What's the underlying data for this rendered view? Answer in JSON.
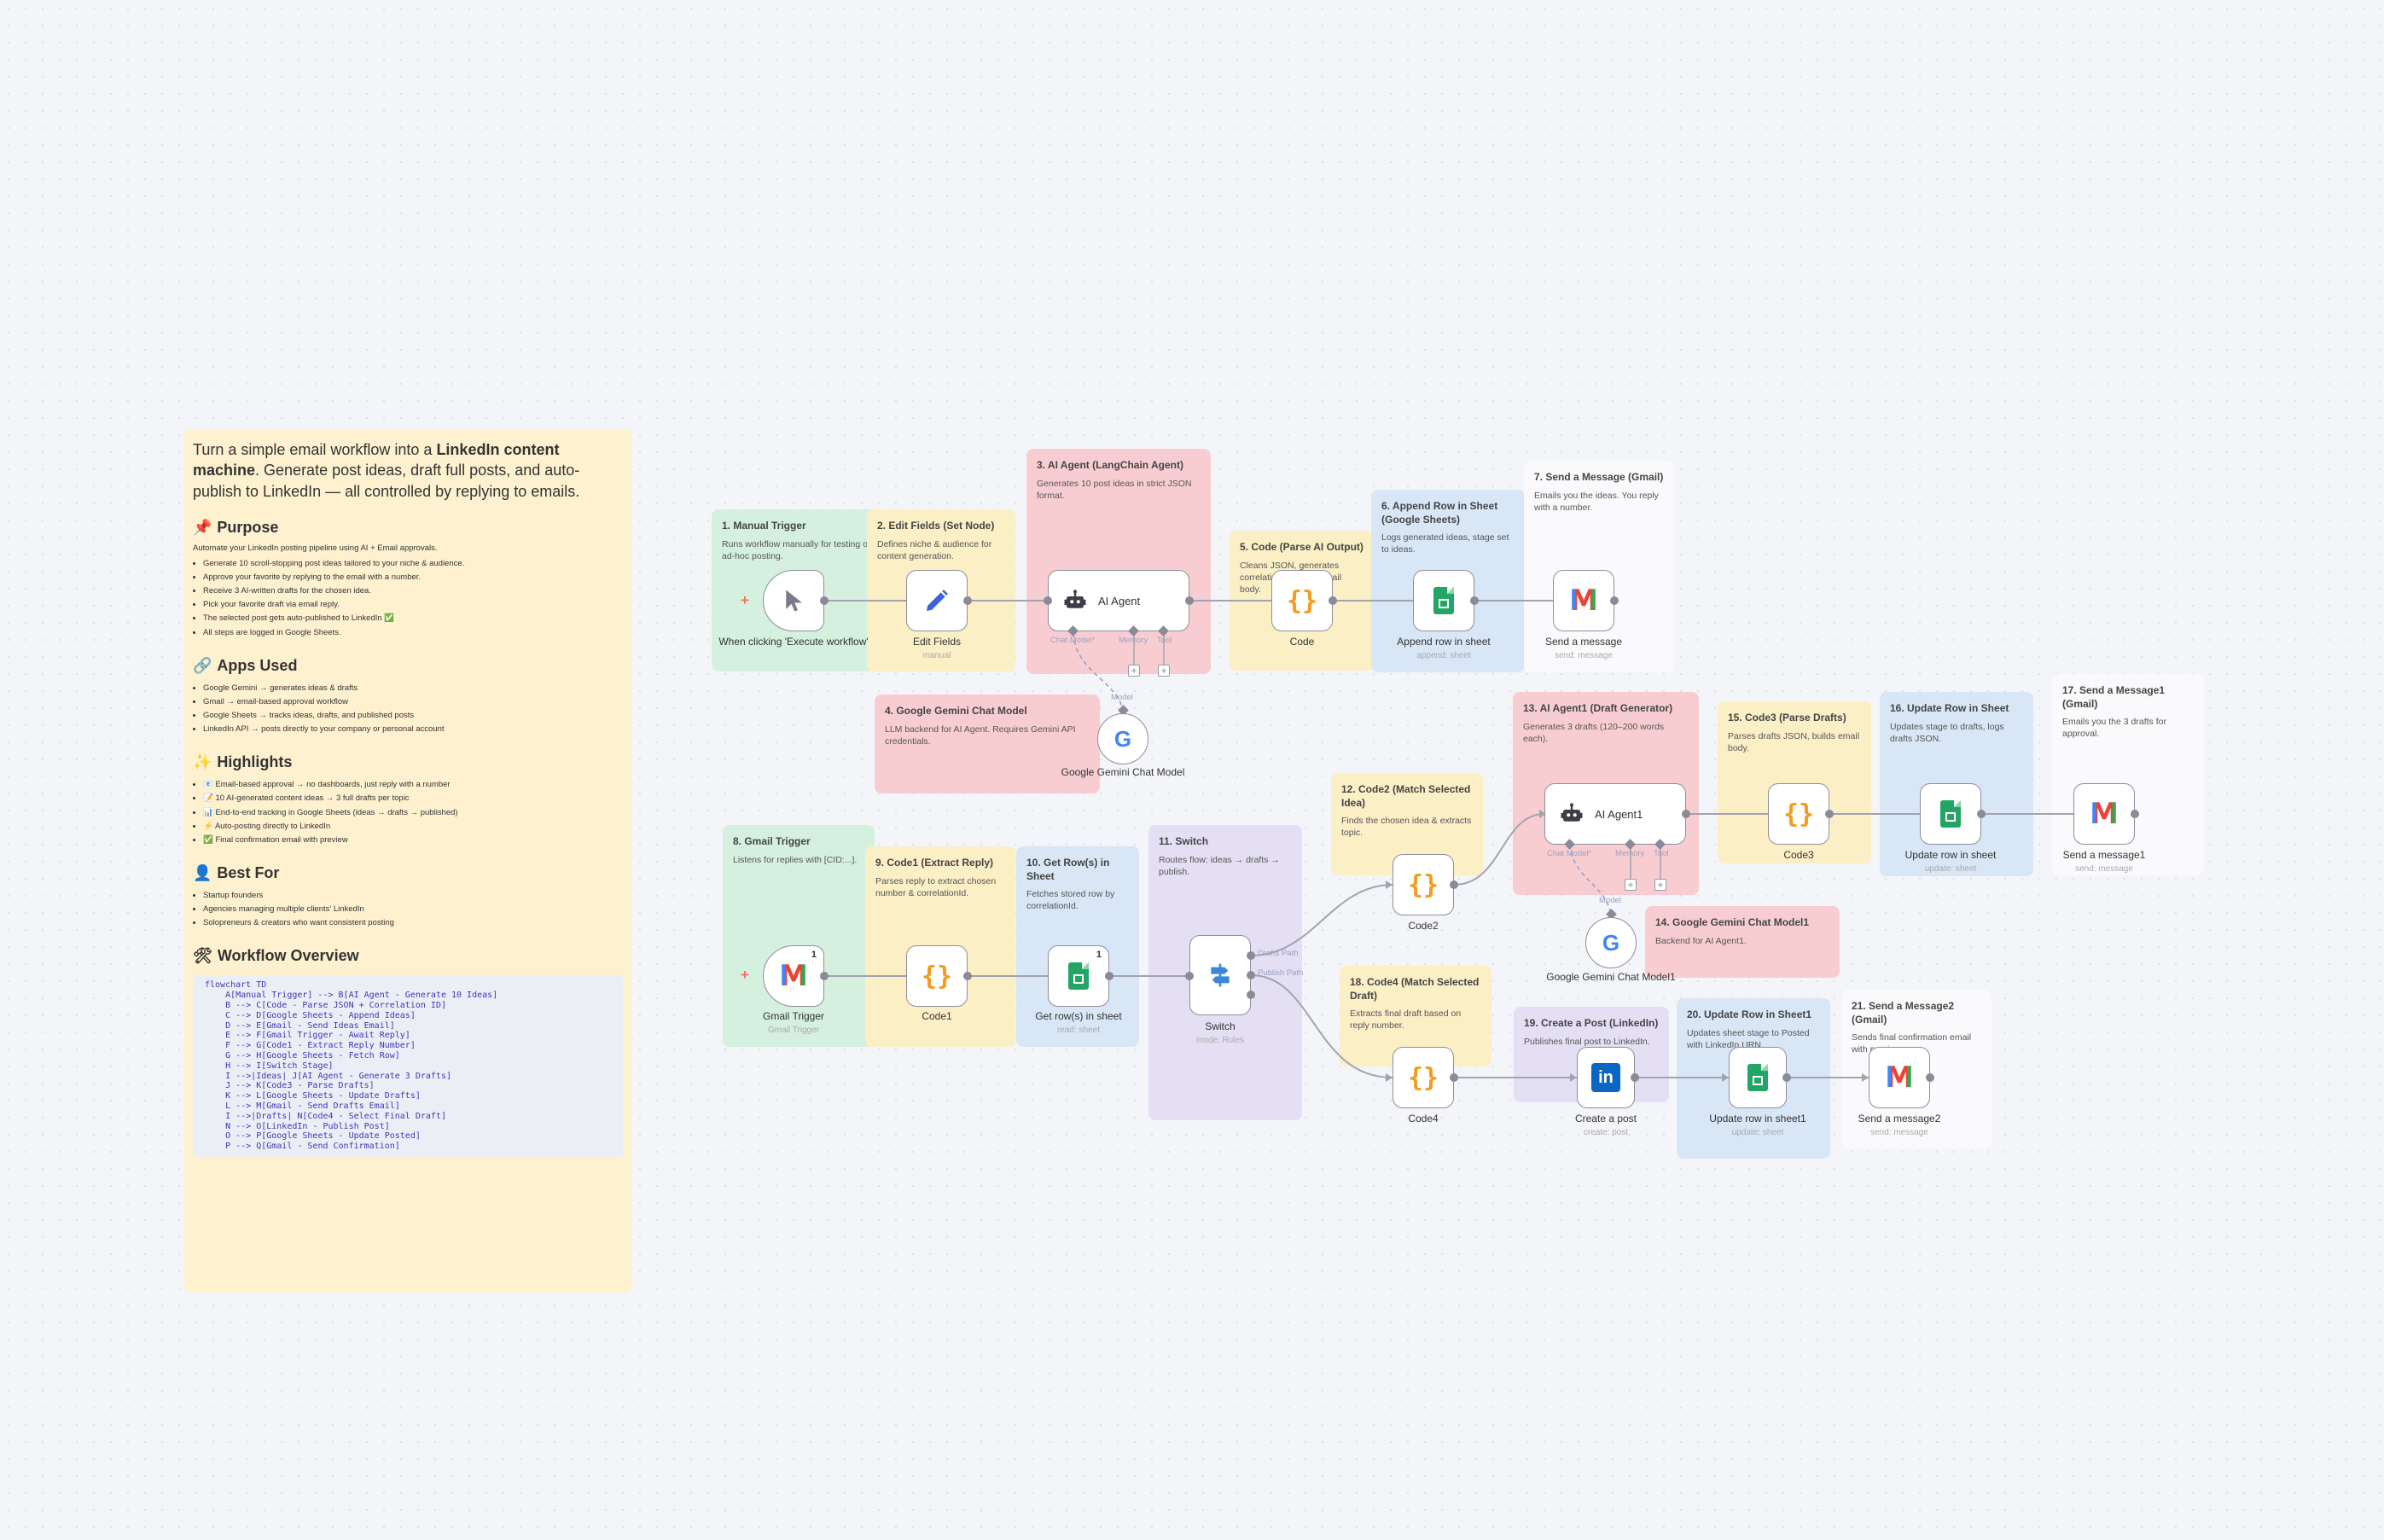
{
  "canvas": {
    "bg": "#f4f5f9"
  },
  "panel": {
    "title_pre": "Turn a simple email workflow into a ",
    "title_bold": "LinkedIn content machine",
    "title_post": ". Generate post ideas, draft full posts, and auto-publish to LinkedIn — all controlled by replying to emails.",
    "purpose": {
      "heading": "Purpose",
      "icon": "📌",
      "lead": "Automate your LinkedIn posting pipeline using AI + Email approvals.",
      "items": [
        "Generate 10 scroll-stopping post ideas tailored to your niche & audience.",
        "Approve your favorite by replying to the email with a number.",
        "Receive 3 AI-written drafts for the chosen idea.",
        "Pick your favorite draft via email reply.",
        "The selected post gets auto-published to LinkedIn ✅",
        "All steps are logged in Google Sheets."
      ]
    },
    "apps": {
      "heading": "Apps Used",
      "icon": "🔗",
      "items": [
        "Google Gemini → generates ideas & drafts",
        "Gmail → email-based approval workflow",
        "Google Sheets → tracks ideas, drafts, and published posts",
        "LinkedIn API → posts directly to your company or personal account"
      ]
    },
    "highlights": {
      "heading": "Highlights",
      "icon": "✨",
      "items": [
        "📧 Email-based approval → no dashboards, just reply with a number",
        "📝 10 AI-generated content ideas → 3 full drafts per topic",
        "📊 End-to-end tracking in Google Sheets (ideas → drafts → published)",
        "⚡ Auto-posting directly to LinkedIn",
        "✅ Final confirmation email with preview"
      ]
    },
    "bestfor": {
      "heading": "Best For",
      "icon": "👤",
      "items": [
        "Startup founders",
        "Agencies managing multiple clients' LinkedIn",
        "Solopreneurs & creators who want consistent posting"
      ]
    },
    "overview": {
      "heading": "Workflow Overview",
      "icon": "🛠",
      "code": "flowchart TD\n    A[Manual Trigger] --&gt; B[AI Agent - Generate 10 Ideas]\n    B --&gt; C[Code - Parse JSON + Correlation ID]\n    C --&gt; D[Google Sheets - Append Ideas]\n    D --&gt; E[Gmail - Send Ideas Email]\n    E --&gt; F[Gmail Trigger - Await Reply]\n    F --&gt; G[Code1 - Extract Reply Number]\n    G --&gt; H[Google Sheets - Fetch Row]\n    H --&gt; I[Switch Stage]\n    I --&gt;|Ideas| J[AI Agent - Generate 3 Drafts]\n    J --&gt; K[Code3 - Parse Drafts]\n    K --&gt; L[Google Sheets - Update Drafts]\n    L --&gt; M[Gmail - Send Drafts Email]\n    I --&gt;|Drafts| N[Code4 - Select Final Draft]\n    N --&gt; O[LinkedIn - Publish Post]\n    O --&gt; P[Google Sheets - Update Posted]\n    P --&gt; Q[Gmail - Send Confirmation]"
    }
  },
  "stickies": {
    "s1": {
      "title": "1. Manual Trigger",
      "desc": "Runs workflow manually for testing or ad-hoc posting."
    },
    "s2": {
      "title": "2. Edit Fields (Set Node)",
      "desc": "Defines niche & audience for content generation."
    },
    "s3": {
      "title": "3. AI Agent (LangChain Agent)",
      "desc": "Generates 10 post ideas in strict JSON format."
    },
    "s4": {
      "title": "4. Google Gemini Chat Model",
      "desc": "LLM backend for AI Agent. Requires Gemini API credentials."
    },
    "s5": {
      "title": "5. Code (Parse AI Output)",
      "desc": "Cleans JSON, generates correlationId, builds email body."
    },
    "s6": {
      "title": "6. Append Row in Sheet (Google Sheets)",
      "desc": "Logs generated ideas, stage set to ideas."
    },
    "s7": {
      "title": "7. Send a Message (Gmail)",
      "desc": "Emails you the ideas. You reply with a number."
    },
    "s8": {
      "title": "8. Gmail Trigger",
      "desc": "Listens for replies with [CID:...]."
    },
    "s9": {
      "title": "9. Code1 (Extract Reply)",
      "desc": "Parses reply to extract chosen number & correlationId."
    },
    "s10": {
      "title": "10. Get Row(s) in Sheet",
      "desc": "Fetches stored row by correlationId."
    },
    "s11": {
      "title": "11. Switch",
      "desc": "Routes flow: ideas → drafts → publish."
    },
    "s12": {
      "title": "12. Code2 (Match Selected Idea)",
      "desc": "Finds the chosen idea & extracts topic."
    },
    "s13": {
      "title": "13. AI Agent1 (Draft Generator)",
      "desc": "Generates 3 drafts (120–200 words each)."
    },
    "s14": {
      "title": "14. Google Gemini Chat Model1",
      "desc": "Backend for AI Agent1."
    },
    "s15": {
      "title": "15. Code3 (Parse Drafts)",
      "desc": "Parses drafts JSON, builds email body."
    },
    "s16": {
      "title": "16. Update Row in Sheet",
      "desc": "Updates stage to drafts, logs drafts JSON."
    },
    "s17": {
      "title": "17. Send a Message1 (Gmail)",
      "desc": "Emails you the 3 drafts for approval."
    },
    "s18": {
      "title": "18. Code4 (Match Selected Draft)",
      "desc": "Extracts final draft based on reply number."
    },
    "s19": {
      "title": "19. Create a Post (LinkedIn)",
      "desc": "Publishes final post to LinkedIn."
    },
    "s20": {
      "title": "20. Update Row in Sheet1",
      "desc": "Updates sheet stage to Posted with LinkedIn URN."
    },
    "s21": {
      "title": "21. Send a Message2 (Gmail)",
      "desc": "Sends final confirmation email with preview."
    }
  },
  "nodes": {
    "manual": {
      "label": "When clicking 'Execute workflow'",
      "icon": "cursor-icon"
    },
    "edit": {
      "label": "Edit Fields",
      "sub": "manual",
      "icon": "pencil-icon"
    },
    "agent": {
      "label": "AI Agent",
      "icon": "robot-icon",
      "p1": "Chat Model*",
      "p2": "Memory",
      "p3": "Tool"
    },
    "gemini": {
      "label": "Google Gemini Chat Model",
      "port": "Model",
      "icon": "google-icon"
    },
    "code": {
      "label": "Code",
      "icon": "code-icon"
    },
    "append": {
      "label": "Append row in sheet",
      "sub": "append: sheet",
      "icon": "sheets-icon"
    },
    "send": {
      "label": "Send a message",
      "sub": "send: message",
      "icon": "gmail-icon"
    },
    "gtrigger": {
      "label": "Gmail Trigger",
      "sub": "Gmail Trigger",
      "badge": "1",
      "icon": "gmail-icon"
    },
    "code1": {
      "label": "Code1",
      "icon": "code-icon"
    },
    "getrow": {
      "label": "Get row(s) in sheet",
      "sub": "read: sheet",
      "badge": "1",
      "icon": "sheets-icon"
    },
    "switch": {
      "label": "Switch",
      "sub": "mode: Rules",
      "out1": "Drafts Path",
      "out2": "Publish Path",
      "icon": "switch-icon"
    },
    "code2": {
      "label": "Code2",
      "icon": "code-icon"
    },
    "agent1": {
      "label": "AI Agent1",
      "icon": "robot-icon",
      "p1": "Chat Model*",
      "p2": "Memory",
      "p3": "Tool"
    },
    "gemini1": {
      "label": "Google Gemini Chat Model1",
      "port": "Model",
      "icon": "google-icon"
    },
    "code3": {
      "label": "Code3",
      "icon": "code-icon"
    },
    "update": {
      "label": "Update row in sheet",
      "sub": "update: sheet",
      "icon": "sheets-icon"
    },
    "send1": {
      "label": "Send a message1",
      "sub": "send: message",
      "icon": "gmail-icon"
    },
    "code4": {
      "label": "Code4",
      "icon": "code-icon"
    },
    "linkedin": {
      "label": "Create a post",
      "sub": "create: post",
      "icon": "linkedin-icon"
    },
    "update1": {
      "label": "Update row in sheet1",
      "sub": "update: sheet",
      "icon": "sheets-icon"
    },
    "send2": {
      "label": "Send a message2",
      "sub": "send: message",
      "icon": "gmail-icon"
    }
  },
  "glyphs": {
    "gmail": "M",
    "linkedin": "in",
    "google": "G",
    "code": "{}",
    "plus": "+"
  }
}
